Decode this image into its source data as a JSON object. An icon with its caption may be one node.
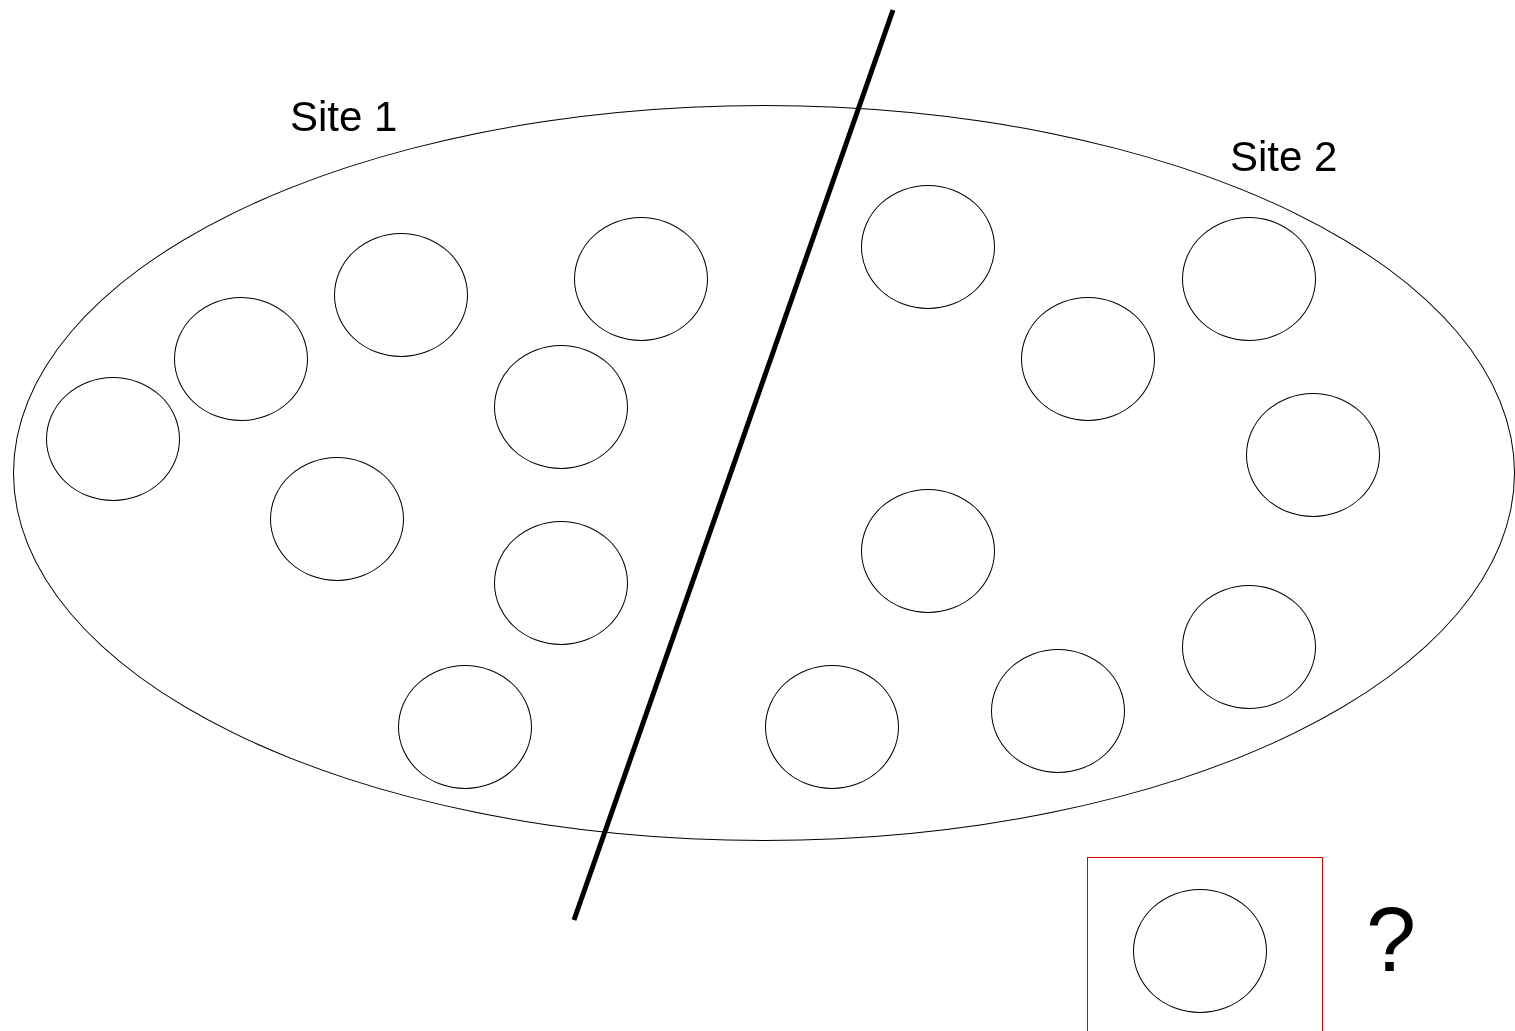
{
  "diagram": {
    "nodes": [
      {
        "text": [],
        "shape": "ellipse"
      },
      {
        "text": [],
        "shape": "circle",
        "in": 0
      },
      {
        "text": [],
        "shape": "circle",
        "in": 0
      },
      {
        "text": [],
        "shape": "circle",
        "in": 0
      },
      {
        "text": [],
        "shape": "circle",
        "in": 0
      },
      {
        "text": [],
        "shape": "circle",
        "in": 0
      },
      {
        "text": [],
        "shape": "circle",
        "in": 0
      },
      {
        "text": [],
        "shape": "circle",
        "in": 0
      },
      {
        "text": [],
        "shape": "circle",
        "in": 0
      },
      {
        "text": [],
        "shape": "circle",
        "in": 0
      },
      {
        "text": [],
        "shape": "circle",
        "in": 0
      },
      {
        "text": [],
        "shape": "circle",
        "in": 0
      },
      {
        "text": [],
        "shape": "circle",
        "in": 0
      },
      {
        "text": [],
        "shape": "circle",
        "in": 0
      },
      {
        "text": [],
        "shape": "circle",
        "in": 0
      },
      {
        "text": [],
        "shape": "circle",
        "in": 0
      },
      {
        "text": [],
        "shape": "circle",
        "in": 0
      },
      {
        "text": [],
        "shape": "box"
      },
      {
        "text": [],
        "shape": "circle",
        "in": 17
      }
    ],
    "labels": [
      "Site 1",
      "Site 2",
      "?"
    ]
  }
}
